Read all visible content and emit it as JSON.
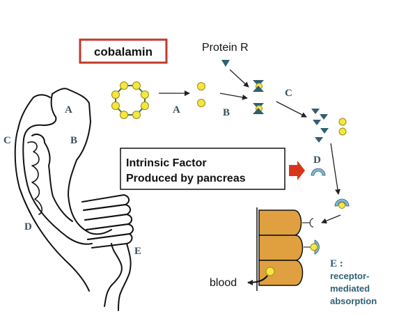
{
  "labels": {
    "cobalamin": "cobalamin",
    "protein_r": "Protein R",
    "intrinsic_line1": "Intrinsic Factor",
    "intrinsic_line2": "Produced by pancreas",
    "blood": "blood",
    "e_caption_head": "E :",
    "e_caption_1": "receptor-",
    "e_caption_2": "mediated",
    "e_caption_3": "absorption"
  },
  "stage_letters": {
    "arrow_a": "A",
    "arrow_b": "B",
    "arrow_c": "C",
    "if_d": "D",
    "stomach_a": "A",
    "stomach_b": "B",
    "stomach_c": "C",
    "intestine_d": "D",
    "intestine_e": "E"
  },
  "colors": {
    "cobalamin_border": "#c0392b",
    "vitamin_fill": "#f5e642",
    "protein_r": "#2f5f73",
    "intrinsic_factor": "#7fb8d6",
    "enterocyte": "#e0a040",
    "highlight_arrow": "#d9341a",
    "letter_text": "#3a4f5c",
    "caption_text": "#2f5f73"
  }
}
